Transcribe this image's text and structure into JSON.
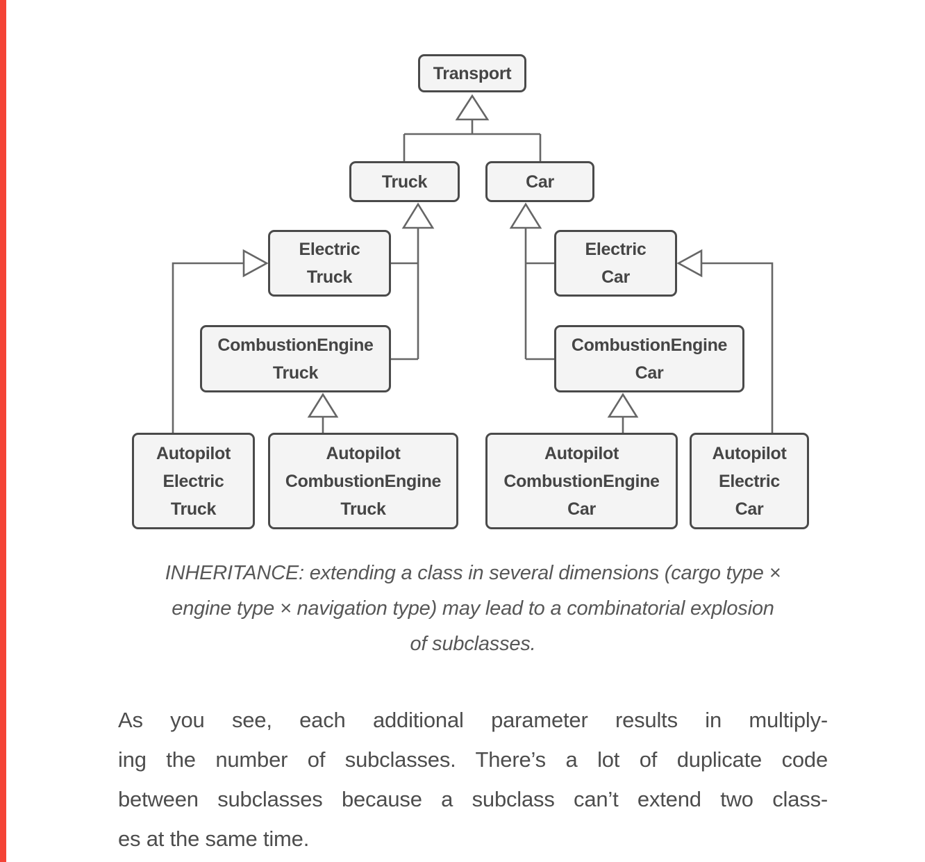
{
  "accent": {
    "stripe_color": "#f44336"
  },
  "diagram": {
    "nodes": {
      "transport": {
        "lines": [
          "Transport"
        ]
      },
      "truck": {
        "lines": [
          "Truck"
        ]
      },
      "car": {
        "lines": [
          "Car"
        ]
      },
      "electric_truck": {
        "lines": [
          "Electric",
          "Truck"
        ]
      },
      "combustion_truck": {
        "lines": [
          "CombustionEngine",
          "Truck"
        ]
      },
      "electric_car": {
        "lines": [
          "Electric",
          "Car"
        ]
      },
      "combustion_car": {
        "lines": [
          "CombustionEngine",
          "Car"
        ]
      },
      "autopilot_electric_truck": {
        "lines": [
          "Autopilot",
          "Electric",
          "Truck"
        ]
      },
      "autopilot_combustion_truck": {
        "lines": [
          "Autopilot",
          "CombustionEngine",
          "Truck"
        ]
      },
      "autopilot_combustion_car": {
        "lines": [
          "Autopilot",
          "CombustionEngine",
          "Car"
        ]
      },
      "autopilot_electric_car": {
        "lines": [
          "Autopilot",
          "Electric",
          "Car"
        ]
      }
    },
    "relation": "inheritance",
    "box_fill": "#f4f4f4",
    "box_border": "#4a4a4a",
    "edge_color": "#666666"
  },
  "caption": {
    "lines": [
      "INHERITANCE: extending a class in several dimensions (cargo type ×",
      "engine type × navigation type) may lead to a combinatorial explosion",
      "of subclasses."
    ]
  },
  "body": {
    "lines": [
      "As you see, each additional parameter results in multiply-",
      "ing the number of subclasses. There’s a lot of duplicate code",
      "between subclasses because a subclass can’t extend two class-",
      "es at the same time."
    ]
  }
}
